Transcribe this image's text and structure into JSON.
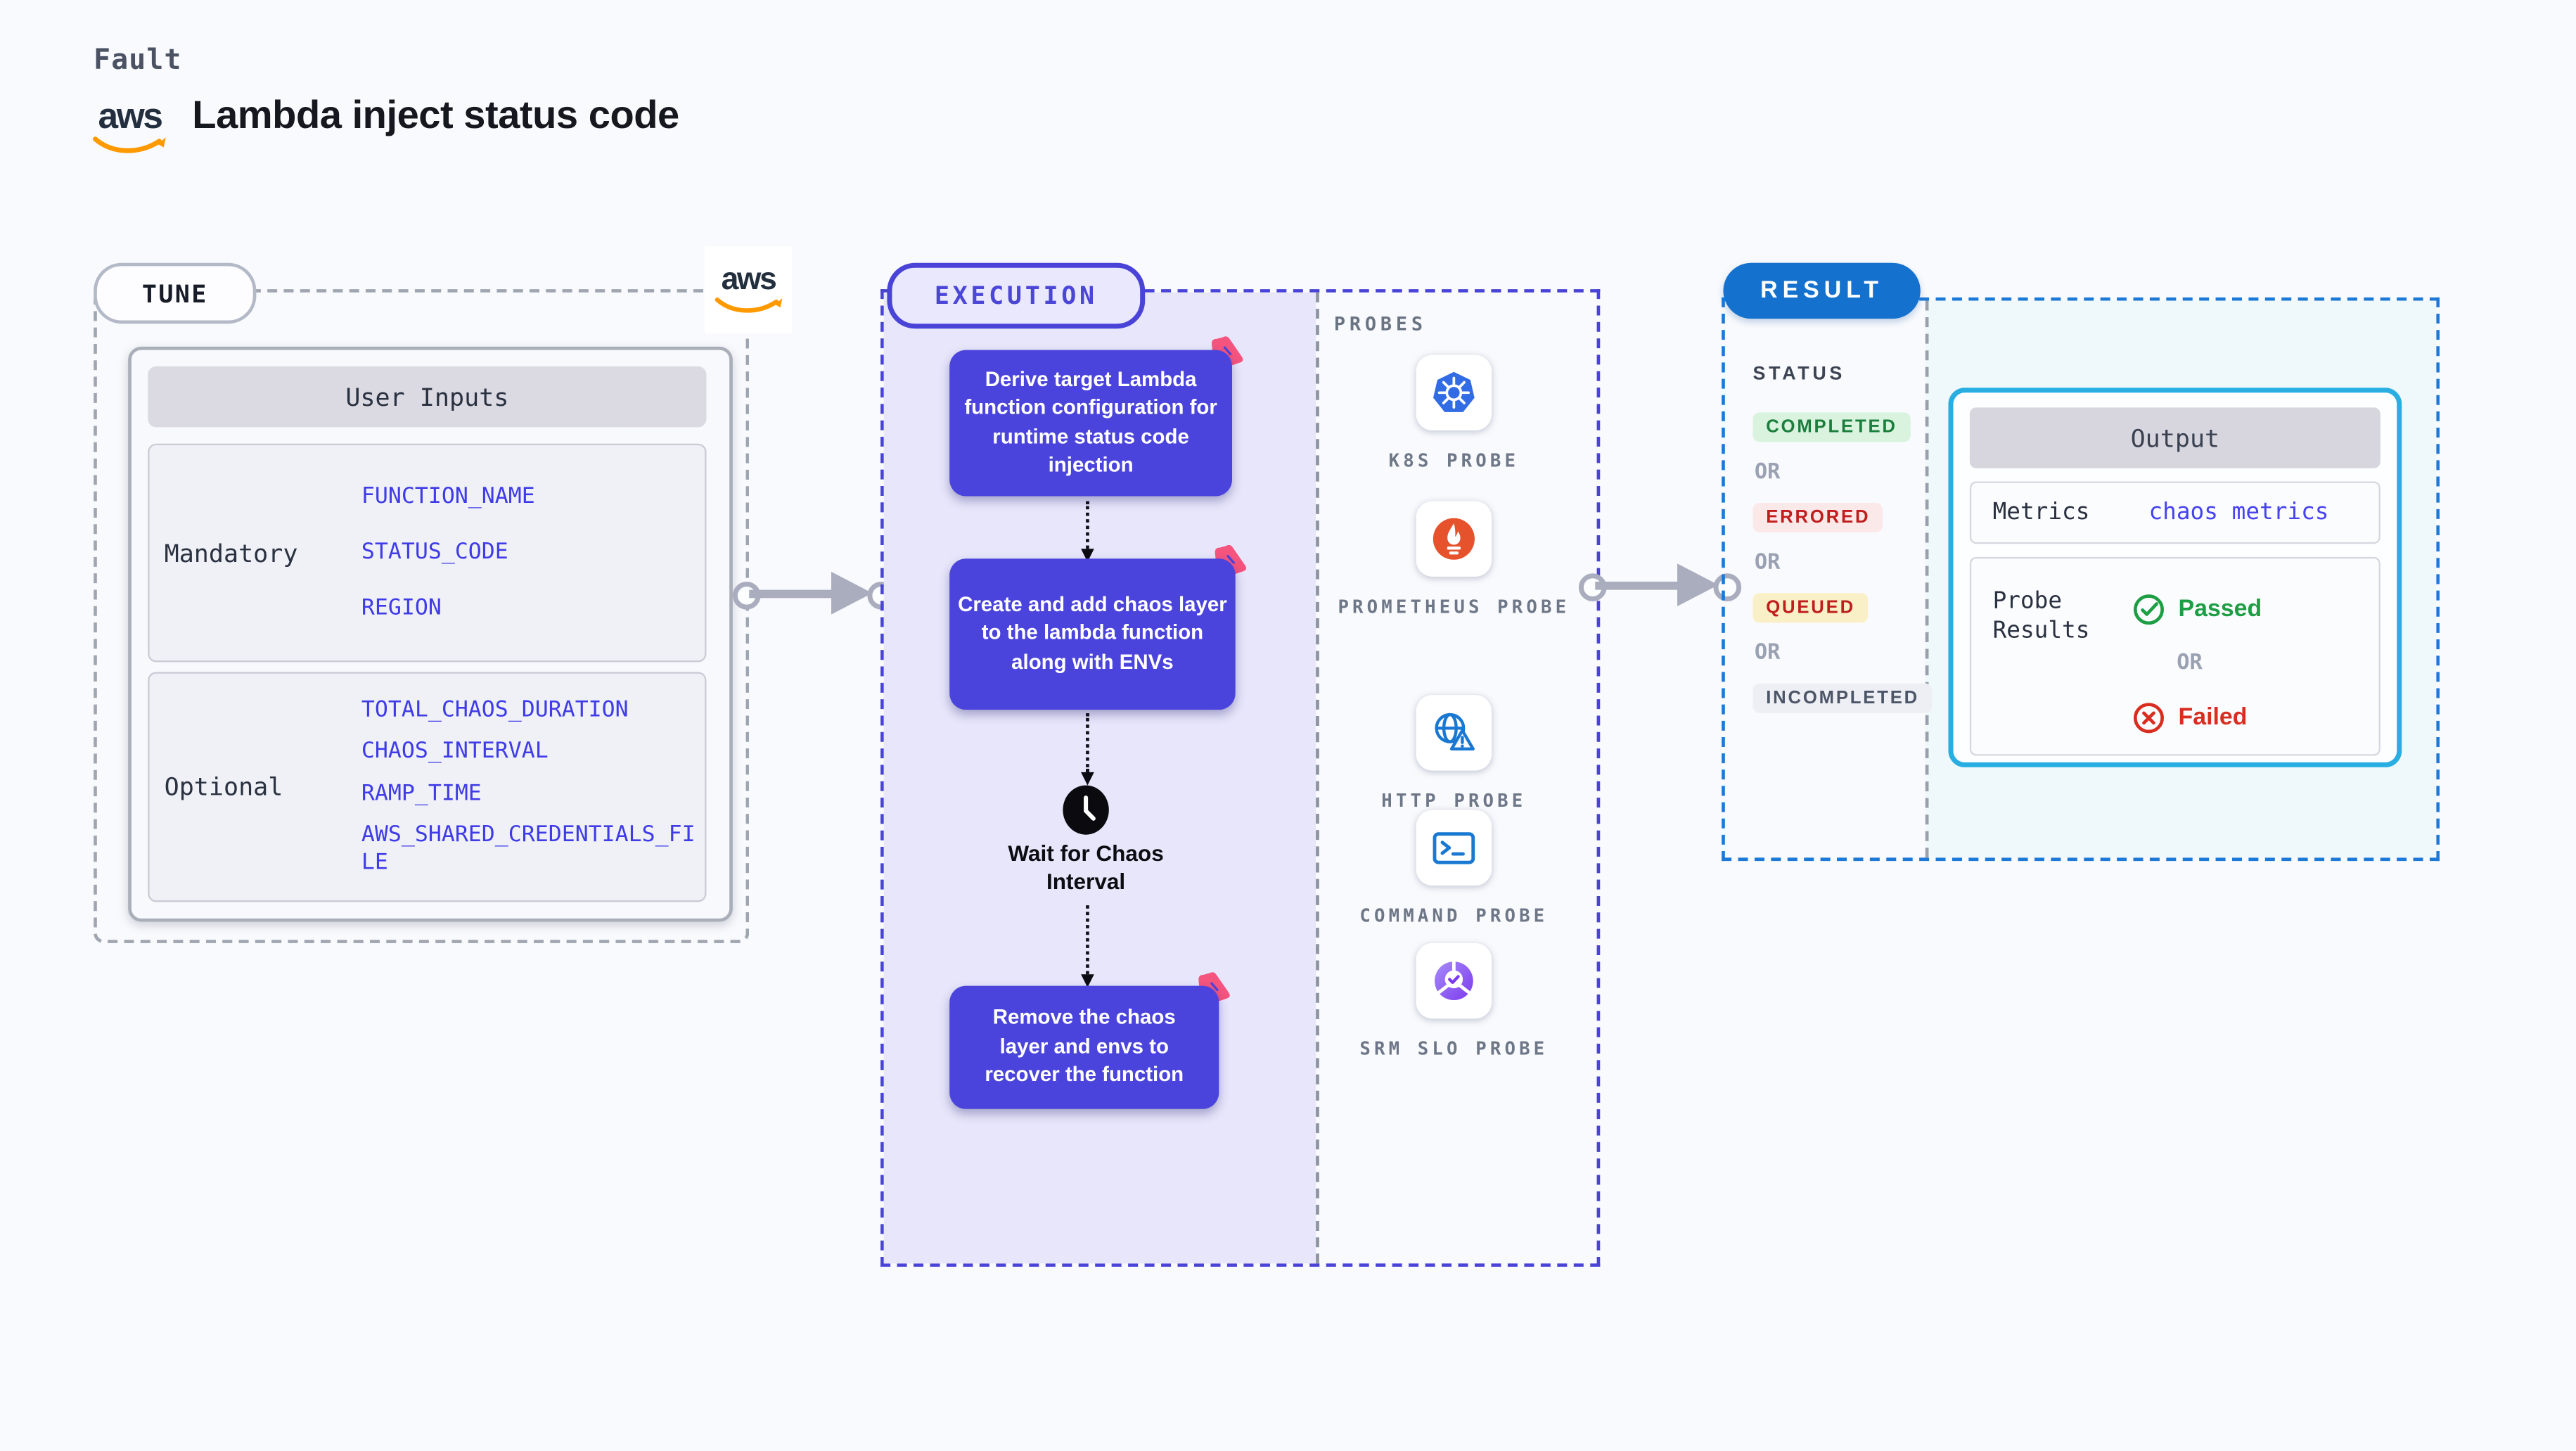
{
  "header": {
    "kicker": "Fault",
    "title": "Lambda inject status code"
  },
  "aws": {
    "text": "aws"
  },
  "tune": {
    "badge": "TUNE",
    "table_title": "User Inputs",
    "groups": [
      {
        "label": "Mandatory",
        "fields": [
          "FUNCTION_NAME",
          "STATUS_CODE",
          "REGION"
        ]
      },
      {
        "label": "Optional",
        "fields": [
          "TOTAL_CHAOS_DURATION",
          "CHAOS_INTERVAL",
          "RAMP_TIME",
          "AWS_SHARED_CREDENTIALS_FILE"
        ]
      }
    ]
  },
  "execution": {
    "badge": "EXECUTION",
    "steps": [
      "Derive target Lambda function configuration for runtime status code injection",
      "Create and add chaos layer to the lambda function along with ENVs",
      "Remove the chaos layer and envs to recover the function"
    ],
    "wait_label": "Wait for Chaos Interval"
  },
  "probes": {
    "title": "PROBES",
    "items": [
      {
        "id": "k8s",
        "icon": "kubernetes-icon",
        "label": "K8S PROBE"
      },
      {
        "id": "prometheus",
        "icon": "prometheus-icon",
        "label": "PROMETHEUS PROBE"
      },
      {
        "id": "http",
        "icon": "http-globe-icon",
        "label": "HTTP PROBE"
      },
      {
        "id": "command",
        "icon": "terminal-icon",
        "label": "COMMAND PROBE"
      },
      {
        "id": "srm",
        "icon": "slo-pie-check-icon",
        "label": "SRM SLO PROBE"
      }
    ]
  },
  "result": {
    "badge": "RESULT",
    "status_title": "STATUS",
    "or_label": "OR",
    "statuses": [
      {
        "label": "COMPLETED",
        "bg": "#D9F3DF",
        "color": "#1B7E3C"
      },
      {
        "label": "ERRORED",
        "bg": "#FBE9E9",
        "color": "#C01D1D"
      },
      {
        "label": "QUEUED",
        "bg": "#FAF0C8",
        "color": "#C01D1D"
      },
      {
        "label": "INCOMPLETED",
        "bg": "#EDEFF4",
        "color": "#4D5668"
      }
    ],
    "output": {
      "title": "Output",
      "metrics_label": "Metrics",
      "metrics_value": "chaos metrics",
      "probe_results_label": "Probe Results",
      "passed_label": "Passed",
      "failed_label": "Failed"
    }
  },
  "colors": {
    "page_bg": "#F9FAFD",
    "accent_indigo": "#4B44DC",
    "accent_blue": "#1472CE",
    "accent_cyan": "#29AEE2",
    "aws_orange": "#FF9900",
    "chaos_pink": "#F4547E",
    "field_blue": "#3F3BE8",
    "passed_green": "#1E9E44",
    "failed_red": "#D92D20"
  }
}
